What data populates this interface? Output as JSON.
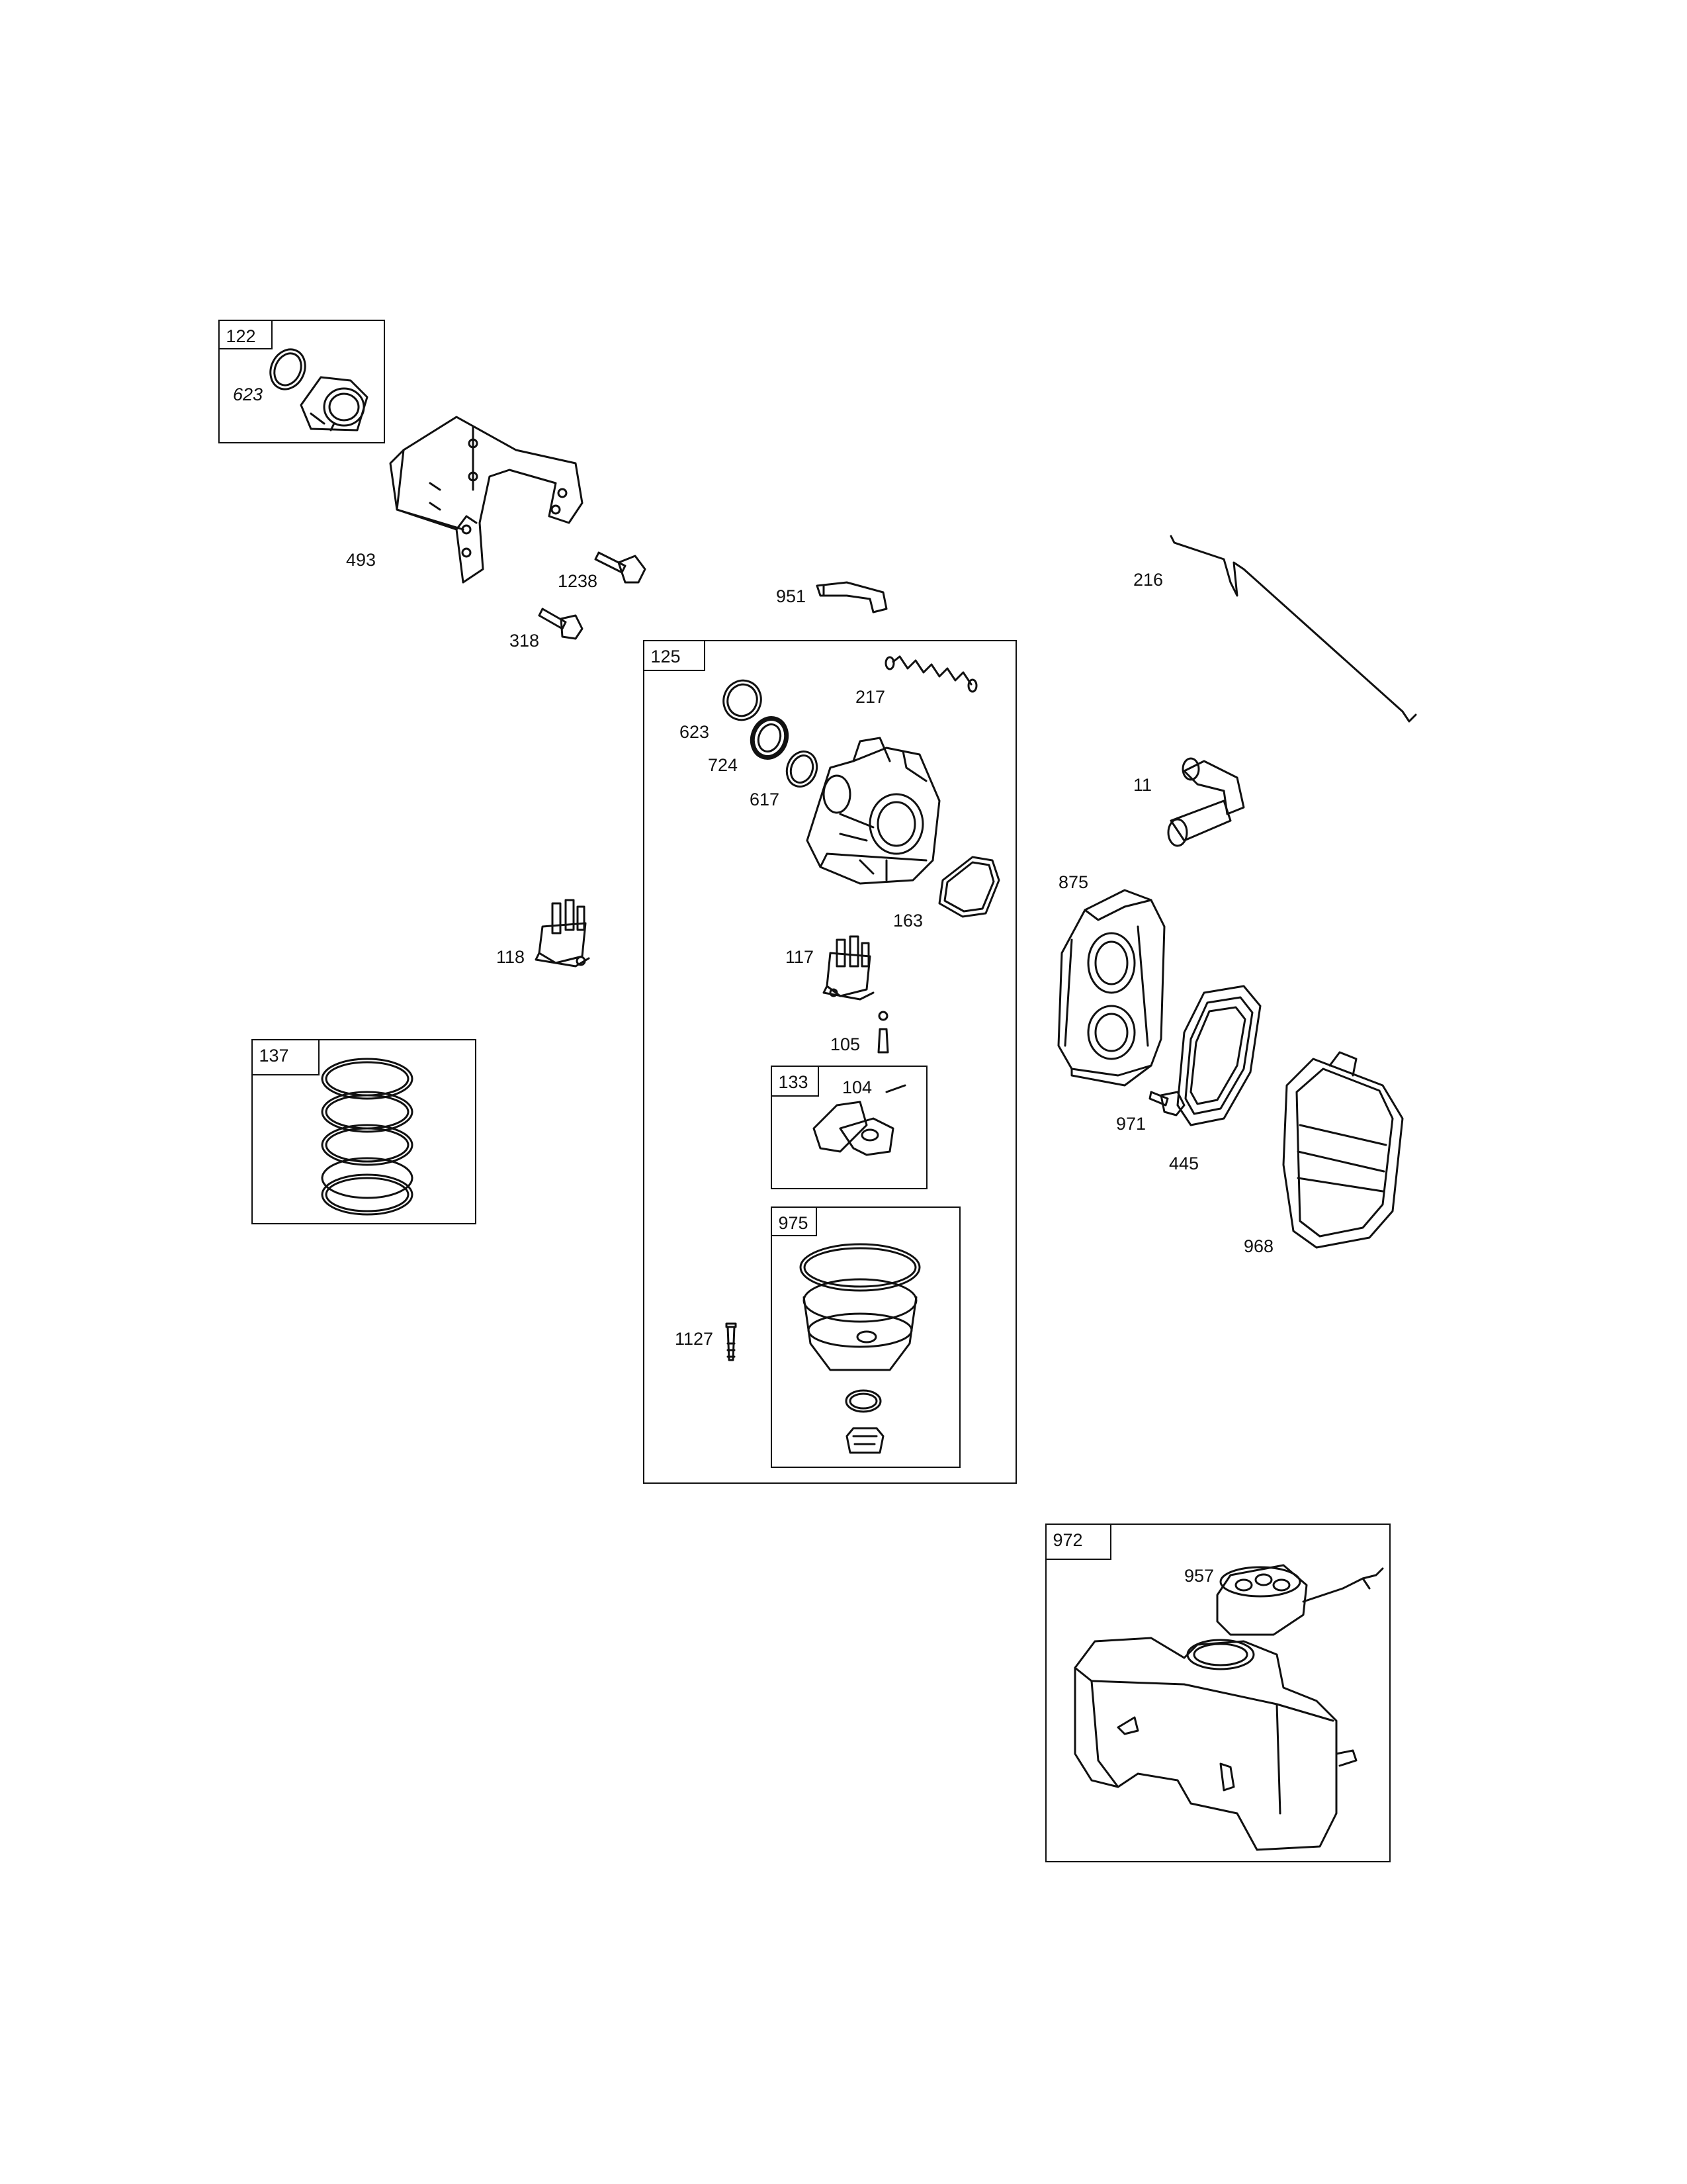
{
  "kits": {
    "k122": "122",
    "k125": "125",
    "k133": "133",
    "k137": "137",
    "k972": "972",
    "k975": "975"
  },
  "parts": {
    "p623a": "623",
    "p493": "493",
    "p1238": "1238",
    "p318": "318",
    "p951": "951",
    "p216": "216",
    "p217": "217",
    "p623b": "623",
    "p724": "724",
    "p617": "617",
    "p11": "11",
    "p875": "875",
    "p163": "163",
    "p118": "118",
    "p117": "117",
    "p105": "105",
    "p104": "104",
    "p971": "971",
    "p445": "445",
    "p968": "968",
    "p1127": "1127",
    "p957": "957"
  }
}
